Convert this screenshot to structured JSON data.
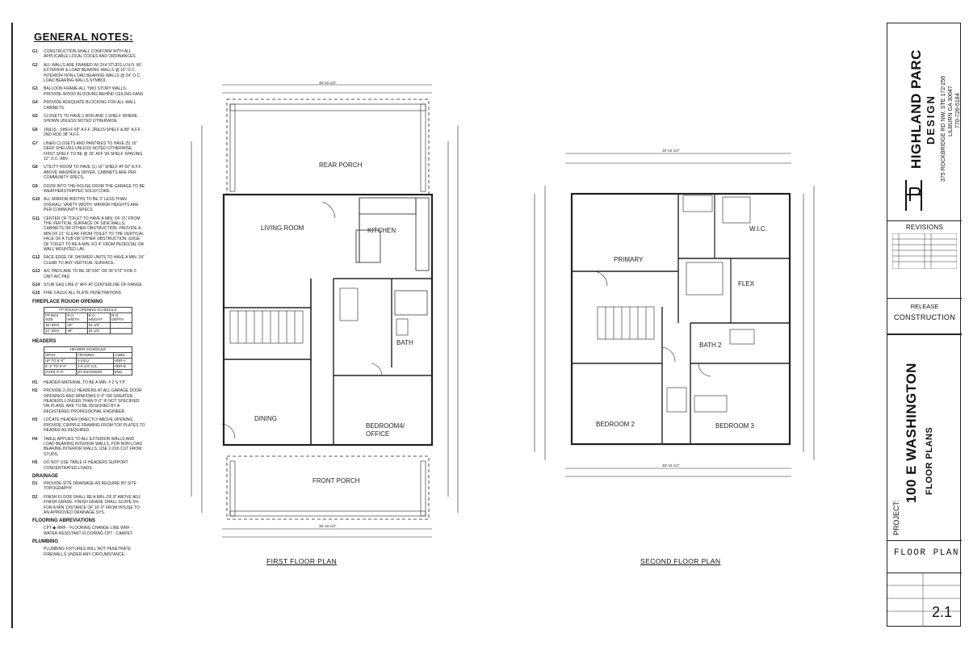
{
  "notes": {
    "title": "GENERAL NOTES:",
    "items": [
      {
        "code": "G1",
        "text": "CONSTRUCTION SHALL CONFORM WITH ALL APPLICABLE LOCAL CODES AND ORDINANCES"
      },
      {
        "code": "G2",
        "text": "ALL WALLS ARE FRAMED W/ 2X4 STUDS U.N.O. W/ EXTERIOR & LOAD BEARING WALLS @ 16\" O.C. INTERIOR NON-LOAD BEARING WALLS @ 24\" O.C. LOAD BEARING WALLS SYMBOL"
      },
      {
        "code": "G3",
        "text": "BALLOON FRAME ALL TWO STORY WALLS. PROVIDE WOOD BLOCKING BEHIND CEILING FANS"
      },
      {
        "code": "G4",
        "text": "PROVIDE ADEQUATE BLOCKING FOR ALL WALL CABINETS."
      },
      {
        "code": "G5",
        "text": "CLOSETS TO HAVE 1 ROD AND 1 SHELF WHERE SHOWN UNLESS NOTED OTHERWISE"
      },
      {
        "code": "G6",
        "text": "1R&1S - SHELF 60\" A.F.F. 2R&1S-SHELF & 80\" A.F.F. 2nd ROD 38\" A.F.F."
      },
      {
        "code": "G7",
        "text": "LINEN CLOSETS AND PANTRIES TO HAVE (5) 16\" DEEP SHELVES UNLESS NOTED OTHERWISE. FIRST SHELF TO BE @ 36\" AFF W/ SHELF SPACING 12\" O.C. ABV."
      },
      {
        "code": "G8",
        "text": "UTILITY ROOM TO HAVE (1) 16\" SHELF AT 60\" A.F.F. ABOVE WASHER & DRYER. CABINETS ARE PER COMMUNITY SPECS."
      },
      {
        "code": "G9",
        "text": "DOOR INTO THE HOUSE FROM THE GARAGE TO BE WEATHERSTRIPPED SOLID CORE"
      },
      {
        "code": "G10",
        "text": "ALL MIRROR WIDTHS TO BE 3\" LESS THAN OVERALL VANITY WIDTH. MIRROR HEIGHTS ARE PER COMMUNITY SPECS"
      },
      {
        "code": "G11",
        "text": "CENTER OF TOILET TO HAVE A MIN. OF 15\" FROM THE VERTICAL SURFACE OF SIDE WALLS, CABINETS OR OTHER OBSTRUCTION. PROVIDE A MIN OF 21\" CLEAR FROM TOILET TO THE VERTICAL FACE OF A TUB OR OTHER OBSTRUCTION. EDGE OF TOILET TO BE A MIN. FO 4\" FROM PEDESTAL OR WALL MOUNTED LAV."
      },
      {
        "code": "G12",
        "text": "FACE EDGE OF SHOWER UNITS TO HAVE A MIN. 24\" CLEAR TO ANY VERTICAL SURFACE."
      },
      {
        "code": "G13",
        "text": "A/C PADS ARE TO BE 36\"X36\" OR 36\"X72\" FOR 2-UNIT A/C PAD"
      },
      {
        "code": "G14",
        "text": "STUB GAS LINE 6\" AFF AT CENTERLINE OF RANGE"
      },
      {
        "code": "G15",
        "text": "FIRE CAULK ALL PLATE PENETRATIONS"
      }
    ],
    "fireplace_head": "FIREPLACE ROUGH OPENING",
    "fireplace_table": {
      "caption": "FP ROUGH OPENING SCHEDULE",
      "headers": [
        "FP BOX SIZE",
        "R.O. WIDTH",
        "R.O. HEIGHT",
        "R.O. DEPTH"
      ],
      "rows": [
        [
          "36\" BOX",
          "42\"",
          "34 1/2\"",
          ""
        ],
        [
          "42\" BOX",
          "48\"",
          "34 1/2\"",
          ""
        ]
      ]
    },
    "headers_head": "HEADERS",
    "header_table": {
      "caption": "HEADER SCHEDULE",
      "headers": [
        "SPAN",
        "FRAMING",
        "LABEL"
      ],
      "rows": [
        [
          "UP TO 6'-0\"",
          "2-2x12",
          "HDR-A"
        ],
        [
          "6'-1\" TO 9'-0\"",
          "2-9 1/4\" LVL",
          "HDR-B"
        ],
        [
          "OVER 9'-0\"",
          "BY ENGINEER",
          "ENG."
        ]
      ]
    },
    "header_items": [
      {
        "code": "H1",
        "text": "HEADER MATERIAL TO BE A MIN. # 2 S.Y.P."
      },
      {
        "code": "H2",
        "text": "PROVIDE 2-2x12 HEADERS AT ALL GARAGE DOOR OPENINGS AND WINDOWS 6'-0\" OR GREATER. HEADERS LONGER THAN 9'-0\" IF NOT SPECIFIED ON PLANS, ARE TO BE DESIGNED BY A REGISTERED PROFESSIONAL ENGINEER."
      },
      {
        "code": "H3",
        "text": "LOCATE HEADER DIRECTLY ABOVE OPENING. PROVIDE CRIPPLE FRAMING FROM TOP PLATES TO HEADER AS REQUIRED."
      },
      {
        "code": "H4",
        "text": "TABLE APPLIES TO ALL EXTERIOR WALLS AND LOAD BEARING INTERIOR WALLS. FOR NON-LOAD BEARING INTERIOR WALLS, USE 2-2x6 CUT FROM STUDS."
      },
      {
        "code": "H5",
        "text": "DO NOT USE TABLE IF HEADERS SUPPORT CONCENTRATED LOADS."
      }
    ],
    "drainage_head": "DRAINAGE",
    "drainage_items": [
      {
        "code": "D1",
        "text": "PROVIDE SITE DRAINAGE AS REQUIRE BY SITE TOPOGRAPHY"
      },
      {
        "code": "D2",
        "text": "FINISH FLOOR SHALL BE A MIN. OF 8\" ABOVE ADJ. FINISH GRADE. FINISH GRADE SHALL SLOPE 5% FOR A MIN. DISTANCE OF 10'-0\" FROM HOUSE TO AN APPROVED DRAINAGE SYS."
      }
    ],
    "flooring_head": "FLOORING ABREVIATIONS",
    "flooring_text": "CPT ◆ WRF - FLOORING CHANGE LINE  WRF - WATER RESISTANT FLOORING  CPT - CARPET",
    "plumbing_head": "PLUMBING",
    "plumbing_text": "PLUMBING FIXTURES WILL NOT PENETRATE FIREWALLS UNDER ANY CIRCUMSTANCE."
  },
  "first_floor": {
    "label": "FIRST FLOOR PLAN",
    "overall_width": "36'-10 1/2\"",
    "rooms": {
      "rear_porch": "REAR PORCH",
      "living_room": "LIVING ROOM",
      "kitchen": "KITCHEN",
      "bath": "BATH",
      "dining": "DINING",
      "bedroom_office": "BEDROOM4/",
      "bedroom_office_2": "OFFICE",
      "front_porch": "FRONT PORCH"
    }
  },
  "second_floor": {
    "label": "SECOND FLOOR PLAN",
    "overall_width": "28'-10 1/2\"",
    "rooms": {
      "primary": "PRIMARY",
      "wic": "W.I.C.",
      "flex": "FLEX",
      "bath2": "BATH 2",
      "bedroom2": "BEDROOM 2",
      "bedroom3": "BEDROOM 3"
    }
  },
  "titleblock": {
    "firm_name": "HIGHLAND PARC",
    "firm_sub": "DESIGN",
    "address1": "375 ROCKBRIDGE RD NW, STE 172-256",
    "address2": "LILBURN GA 30047",
    "phone": "770-726-5184",
    "revisions_label": "REVISIONS",
    "release_label": "RELEASE",
    "release_value": "CONSTRUCTION",
    "project_label": "PROJECT:",
    "project_name": "100 E WASHINGTON",
    "project_sub": "FLOOR PLANS",
    "sheet_title": "FLOOR PLAN",
    "sheet_number": "2.1"
  }
}
